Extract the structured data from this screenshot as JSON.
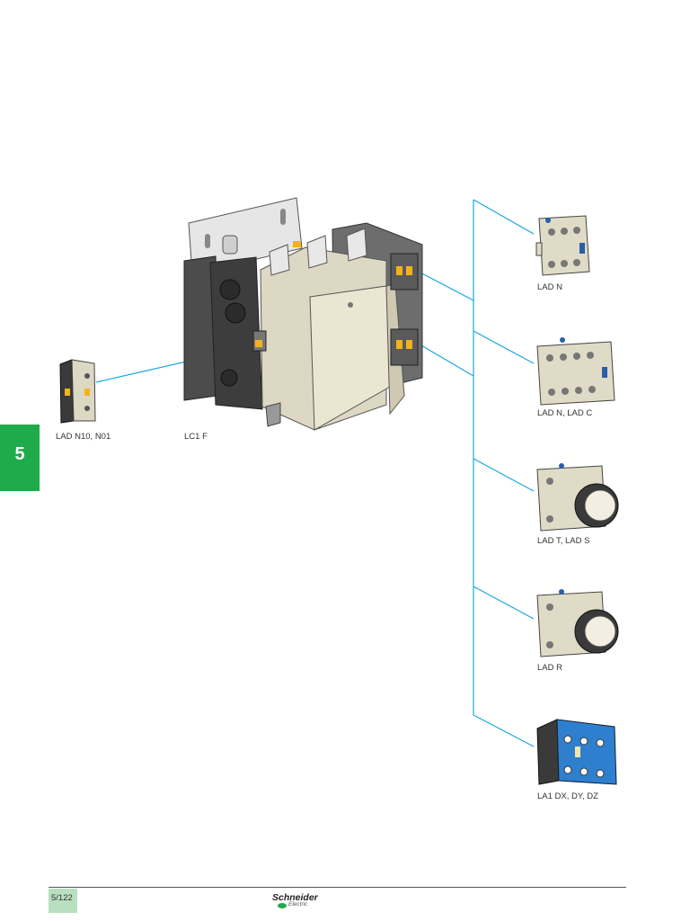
{
  "chapter": {
    "number": "5"
  },
  "labels": {
    "lad_n10_n01": "LAD N10, N01",
    "lc1f": "LC1 F",
    "lad_n": "LAD N",
    "lad_n_lad_c": "LAD N, LAD C",
    "lad_t_lad_s": "LAD T, LAD S",
    "lad_r": "LAD R",
    "la1_dx": "LA1 DX, DY, DZ"
  },
  "footer": {
    "page_number": "5/122",
    "brand_name": "Schneider",
    "brand_sub": "Electric"
  },
  "colors": {
    "connector_line": "#1aa7e0",
    "chapter_tab": "#1faa4b",
    "page_box": "#b9dfc1"
  }
}
